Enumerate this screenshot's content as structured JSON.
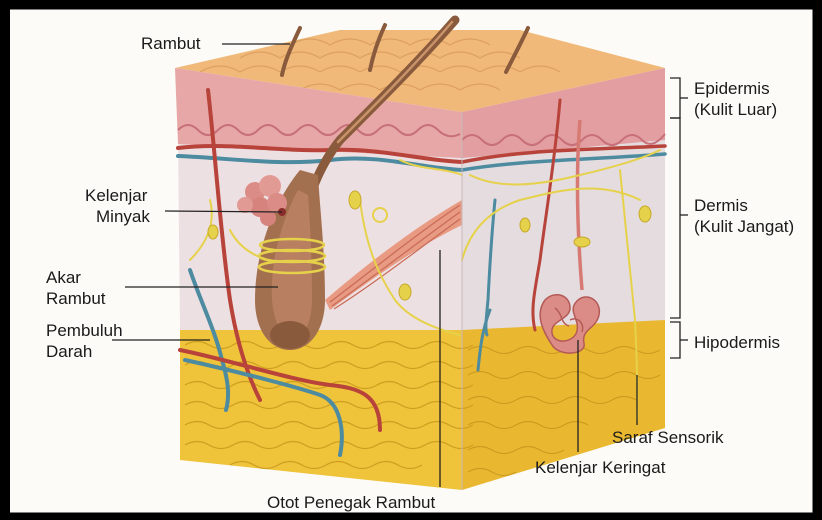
{
  "labels": {
    "rambut": "Rambut",
    "kelenjar_minyak_1": "Kelenjar",
    "kelenjar_minyak_2": "Minyak",
    "akar_rambut_1": "Akar",
    "akar_rambut_2": "Rambut",
    "pembuluh_darah_1": "Pembuluh",
    "pembuluh_darah_2": "Darah",
    "otot_penegak_rambut": "Otot Penegak Rambut",
    "epidermis_1": "Epidermis",
    "epidermis_2": "(Kulit Luar)",
    "dermis_1": "Dermis",
    "dermis_2": "(Kulit Jangat)",
    "hipodermis": "Hipodermis",
    "saraf_sensorik": "Saraf Sensorik",
    "kelenjar_keringat": "Kelenjar Keringat"
  },
  "colors": {
    "frame": "#000000",
    "background": "#fdfbf7",
    "epidermis_top": "#f0b97a",
    "epidermis": "#e7a7a6",
    "dermis": "#ede0e2",
    "dermis_side": "#e4dcdf",
    "hypodermis": "#efc33a",
    "hair": "#8a5a3c",
    "blood_red": "#b8433a",
    "blood_blue": "#4d8ba0",
    "nerve": "#e6d24a",
    "gland": "#dc8c86",
    "muscle": "#e89a82"
  }
}
